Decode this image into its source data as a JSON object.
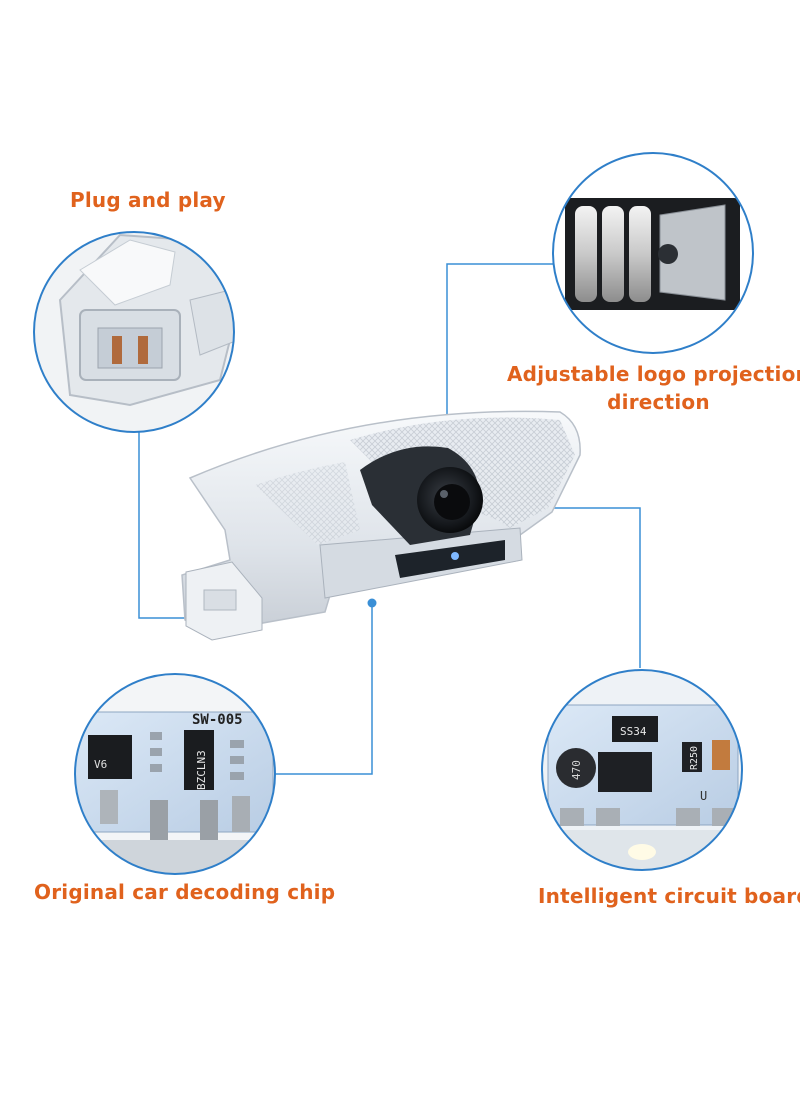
{
  "labels": {
    "plug_and_play": "Plug and play",
    "adjustable_line1": "Adjustable logo projection",
    "adjustable_line2": "direction",
    "decoding_chip": "Original car decoding chip",
    "circuit_board": "Intelligent circuit board"
  },
  "pcb_text": {
    "chip_model": "SW-005",
    "chip_ic": "BZCLN3",
    "chip_small": "V6",
    "board_ic": "SS34",
    "board_resistor": "R250",
    "board_inductor": "470",
    "board_marker": "U"
  },
  "colors": {
    "accent_label": "#e0621d",
    "callout_line": "#3a8fd6",
    "circle_border": "#2f7fc9"
  }
}
